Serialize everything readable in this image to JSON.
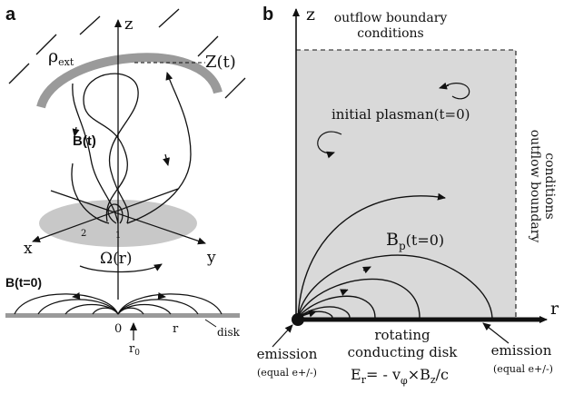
{
  "panel_a": {
    "label": "a",
    "axis_z": "z",
    "axis_x": "x",
    "axis_y": "y",
    "rho_ext": "ρ",
    "rho_ext_sub": "ext",
    "z_t": "Z(t)",
    "b_t": "B(t)",
    "mark_1": "1",
    "mark_2": "2",
    "omega_r": "Ω(r)",
    "b_t0": "B(t=0)",
    "origin_label": "0",
    "r0_label": "r",
    "r0_sub": "0",
    "r_label": "r",
    "disk_label": "disk"
  },
  "panel_b": {
    "label": "b",
    "axis_z": "z",
    "axis_r": "r",
    "outflow_top_line1": "outflow boundary",
    "outflow_top_line2": "conditions",
    "outflow_right_line1": "outflow boundary",
    "outflow_right_line2": "conditions",
    "initial_plasma": "initial plasma",
    "n_t0": "n(t=0)",
    "bp": "B",
    "bp_sub": "p",
    "bp_t0": "(t=0)",
    "emission_left": "emission",
    "emission_left_sub": "(equal e+/-)",
    "rotating_line1": "rotating",
    "rotating_line2": "conducting disk",
    "er_formula": "E",
    "er_sub": "r",
    "er_rest": "= - v",
    "er_phi": "φ",
    "er_rest2": "×B",
    "er_z": "z",
    "er_end": "/c",
    "emission_right": "emission",
    "emission_right_sub": "(equal e+/-)"
  },
  "colors": {
    "shade": "#d9d9d9",
    "arch": "#9a9a9a",
    "ellipse": "#c8c8c8",
    "ink": "#111111"
  }
}
